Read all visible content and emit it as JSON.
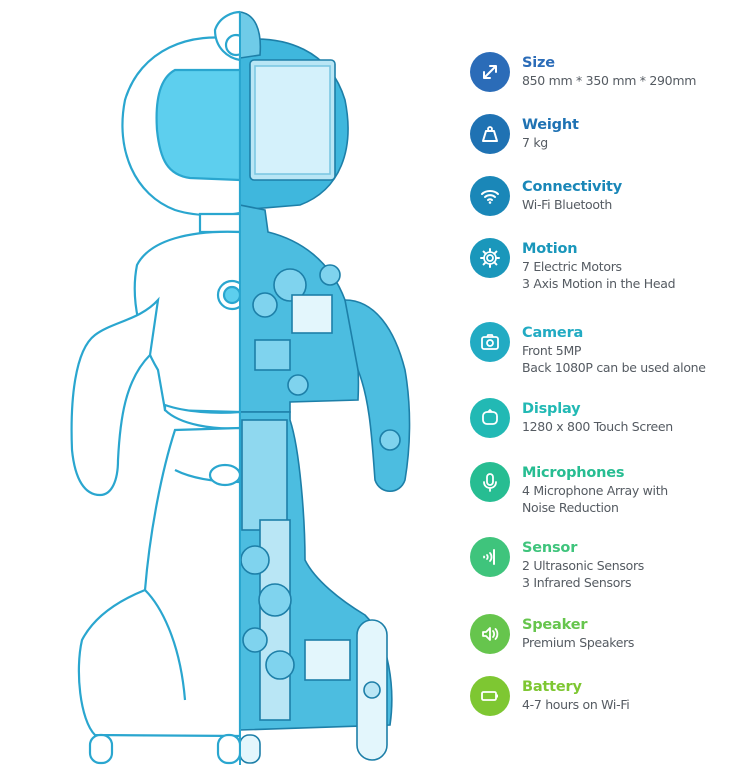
{
  "specs": [
    {
      "icon": "resize-arrows-icon",
      "color": "#2b6cb8",
      "title": "Size",
      "lines": [
        "850 mm * 350 mm * 290mm"
      ]
    },
    {
      "icon": "weight-icon",
      "color": "#1f72b3",
      "title": "Weight",
      "lines": [
        "7 kg"
      ]
    },
    {
      "icon": "wifi-icon",
      "color": "#1a87b8",
      "title": "Connectivity",
      "lines": [
        "Wi-Fi Bluetooth"
      ]
    },
    {
      "icon": "gear-icon",
      "color": "#1a97bb",
      "title": "Motion",
      "lines": [
        "7 Electric Motors",
        "3 Axis Motion in the Head"
      ]
    },
    {
      "icon": "camera-icon",
      "color": "#22abc3",
      "title": "Camera",
      "lines": [
        "Front 5MP",
        "Back 1080P can be used alone"
      ]
    },
    {
      "icon": "display-icon",
      "color": "#22b9b4",
      "title": "Display",
      "lines": [
        "1280 x 800 Touch Screen"
      ]
    },
    {
      "icon": "microphone-icon",
      "color": "#27bd92",
      "title": "Microphones",
      "lines": [
        "4 Microphone Array with",
        "Noise Reduction"
      ]
    },
    {
      "icon": "sensor-icon",
      "color": "#3fc47c",
      "title": "Sensor",
      "lines": [
        "2 Ultrasonic Sensors",
        "3 Infrared Sensors"
      ]
    },
    {
      "icon": "speaker-icon",
      "color": "#66c54d",
      "title": "Speaker",
      "lines": [
        "Premium Speakers"
      ]
    },
    {
      "icon": "battery-icon",
      "color": "#7ec732",
      "title": "Battery",
      "lines": [
        "4-7 hours on Wi-Fi"
      ]
    }
  ]
}
